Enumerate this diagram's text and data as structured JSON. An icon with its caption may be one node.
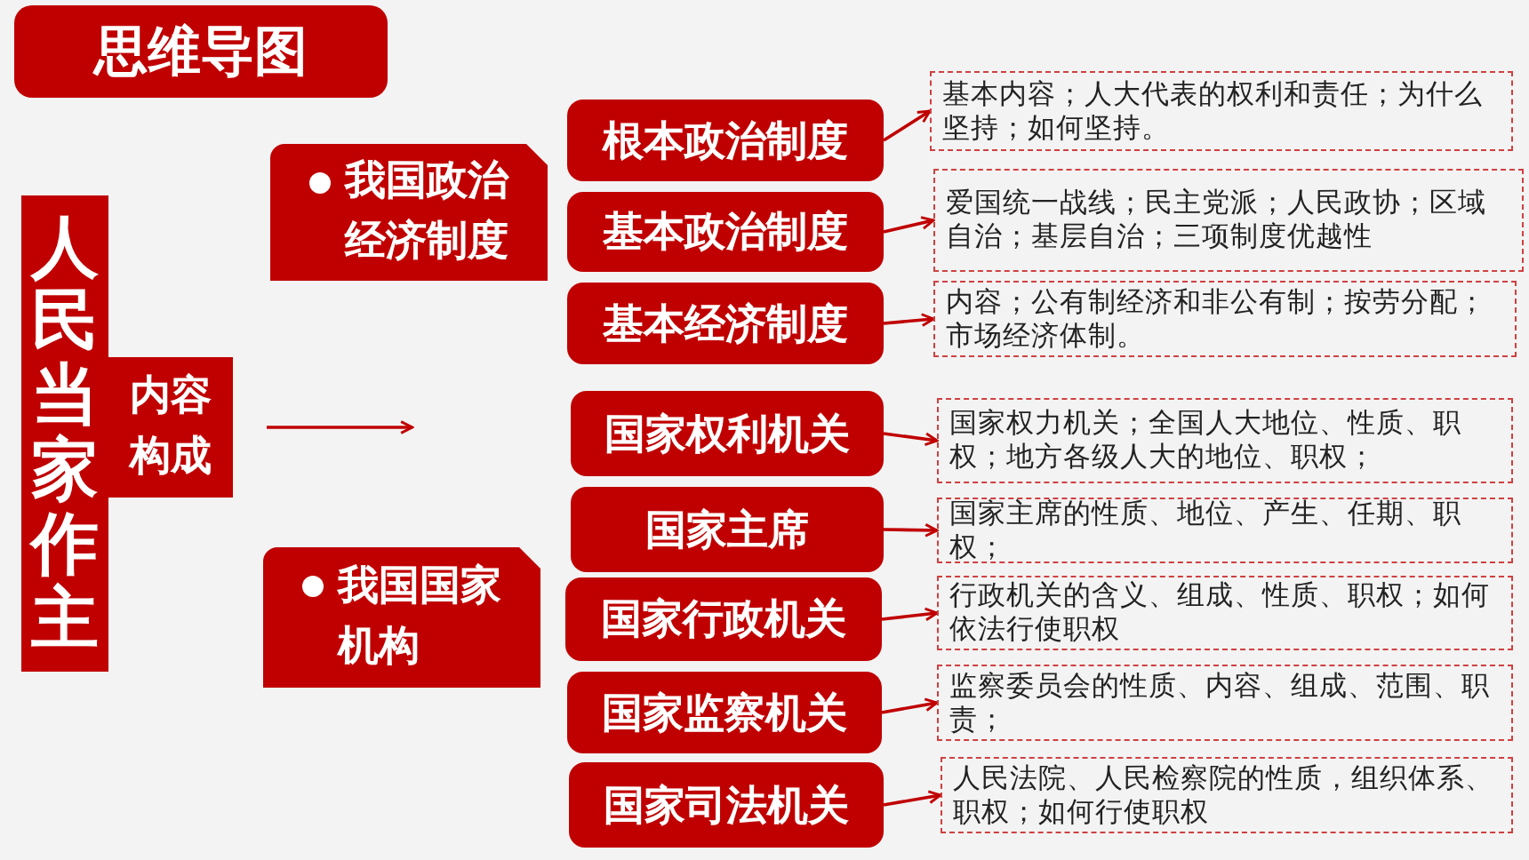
{
  "diagram": {
    "title": "思维导图",
    "nodes": [
      {
        "text": [
          "人民当家作主"
        ]
      },
      {
        "text": [
          "内容构成"
        ]
      },
      {
        "text": [
          "我国政治经济制度"
        ]
      },
      {
        "text": [
          "我国国家机构"
        ]
      },
      {
        "text": [
          "根本政治制度"
        ]
      },
      {
        "text": [
          "基本政治制度"
        ]
      },
      {
        "text": [
          "基本经济制度"
        ]
      },
      {
        "text": [
          "国家权利机关"
        ]
      },
      {
        "text": [
          "国家主席"
        ]
      },
      {
        "text": [
          "国家行政机关"
        ]
      },
      {
        "text": [
          "国家监察机关"
        ]
      },
      {
        "text": [
          "国家司法机关"
        ]
      },
      {
        "text": [
          "基本内容；人大代表的权利和责任；为什么坚持；如何坚持。"
        ]
      },
      {
        "text": [
          "爱国统一战线；民主党派；人民政协；区域自治；基层自治；三项制度优越性"
        ]
      },
      {
        "text": [
          "内容；公有制经济和非公有制；按劳分配；市场经济体制。"
        ]
      },
      {
        "text": [
          "国家权力机关；全国人大地位、性质、职权；地方各级人大的地位、职权；"
        ]
      },
      {
        "text": [
          "国家主席的性质、地位、产生、任期、职权；"
        ]
      },
      {
        "text": [
          "行政机关的含义、组成、性质、职权；如何依法行使职权"
        ]
      },
      {
        "text": [
          "监察委员会的性质、内容、组成、范围、职责；"
        ]
      },
      {
        "text": [
          "人民法院、人民检察院的性质，组织体系、职权；如何行使职权"
        ]
      }
    ],
    "edges": [
      {
        "from": 1,
        "to": null,
        "arrow": "to"
      },
      {
        "from": 4,
        "to": 12,
        "arrow": "to"
      },
      {
        "from": 5,
        "to": 13,
        "arrow": "to"
      },
      {
        "from": 6,
        "to": 14,
        "arrow": "to"
      },
      {
        "from": 7,
        "to": 15,
        "arrow": "to"
      },
      {
        "from": 8,
        "to": 16,
        "arrow": "to"
      },
      {
        "from": 9,
        "to": 17,
        "arrow": "to"
      },
      {
        "from": 10,
        "to": 18,
        "arrow": "to"
      },
      {
        "from": 11,
        "to": 19,
        "arrow": "to"
      }
    ]
  }
}
